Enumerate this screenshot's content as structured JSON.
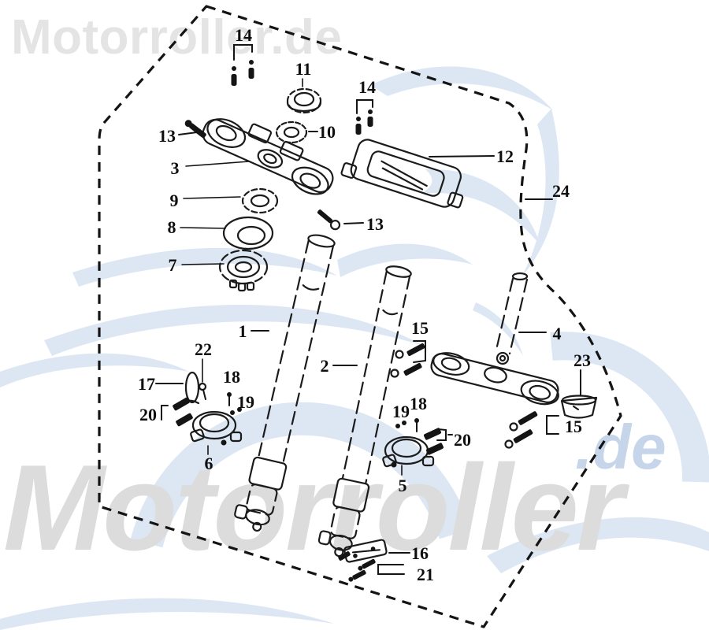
{
  "watermarks": {
    "top_left": "Motorroller.de",
    "bottom_main": "Motorroller",
    "bottom_de": ".de"
  },
  "colors": {
    "watermark_gray": "#dcdcdc",
    "watermark_light_gray": "#e4e4e4",
    "watermark_blue": "#c6d5e9",
    "swoosh_blue": "#dce7f3",
    "line_black": "#141414"
  },
  "diagram": {
    "type": "exploded-parts-diagram",
    "subject": "front fork / steering assembly",
    "callouts": {
      "c14a": "14",
      "c11": "11",
      "c14b": "14",
      "c13a": "13",
      "c10": "10",
      "c3": "3",
      "c12": "12",
      "c24": "24",
      "c9": "9",
      "c13b": "13",
      "c8": "8",
      "c7": "7",
      "c1": "1",
      "c2": "2",
      "c15a": "15",
      "c4": "4",
      "c23": "23",
      "c22": "22",
      "c17": "17",
      "c18a": "18",
      "c19a": "19",
      "c20a": "20",
      "c6": "6",
      "c19b": "19",
      "c18b": "18",
      "c20b": "20",
      "c5": "5",
      "c15b": "15",
      "c16": "16",
      "c21": "21"
    }
  }
}
